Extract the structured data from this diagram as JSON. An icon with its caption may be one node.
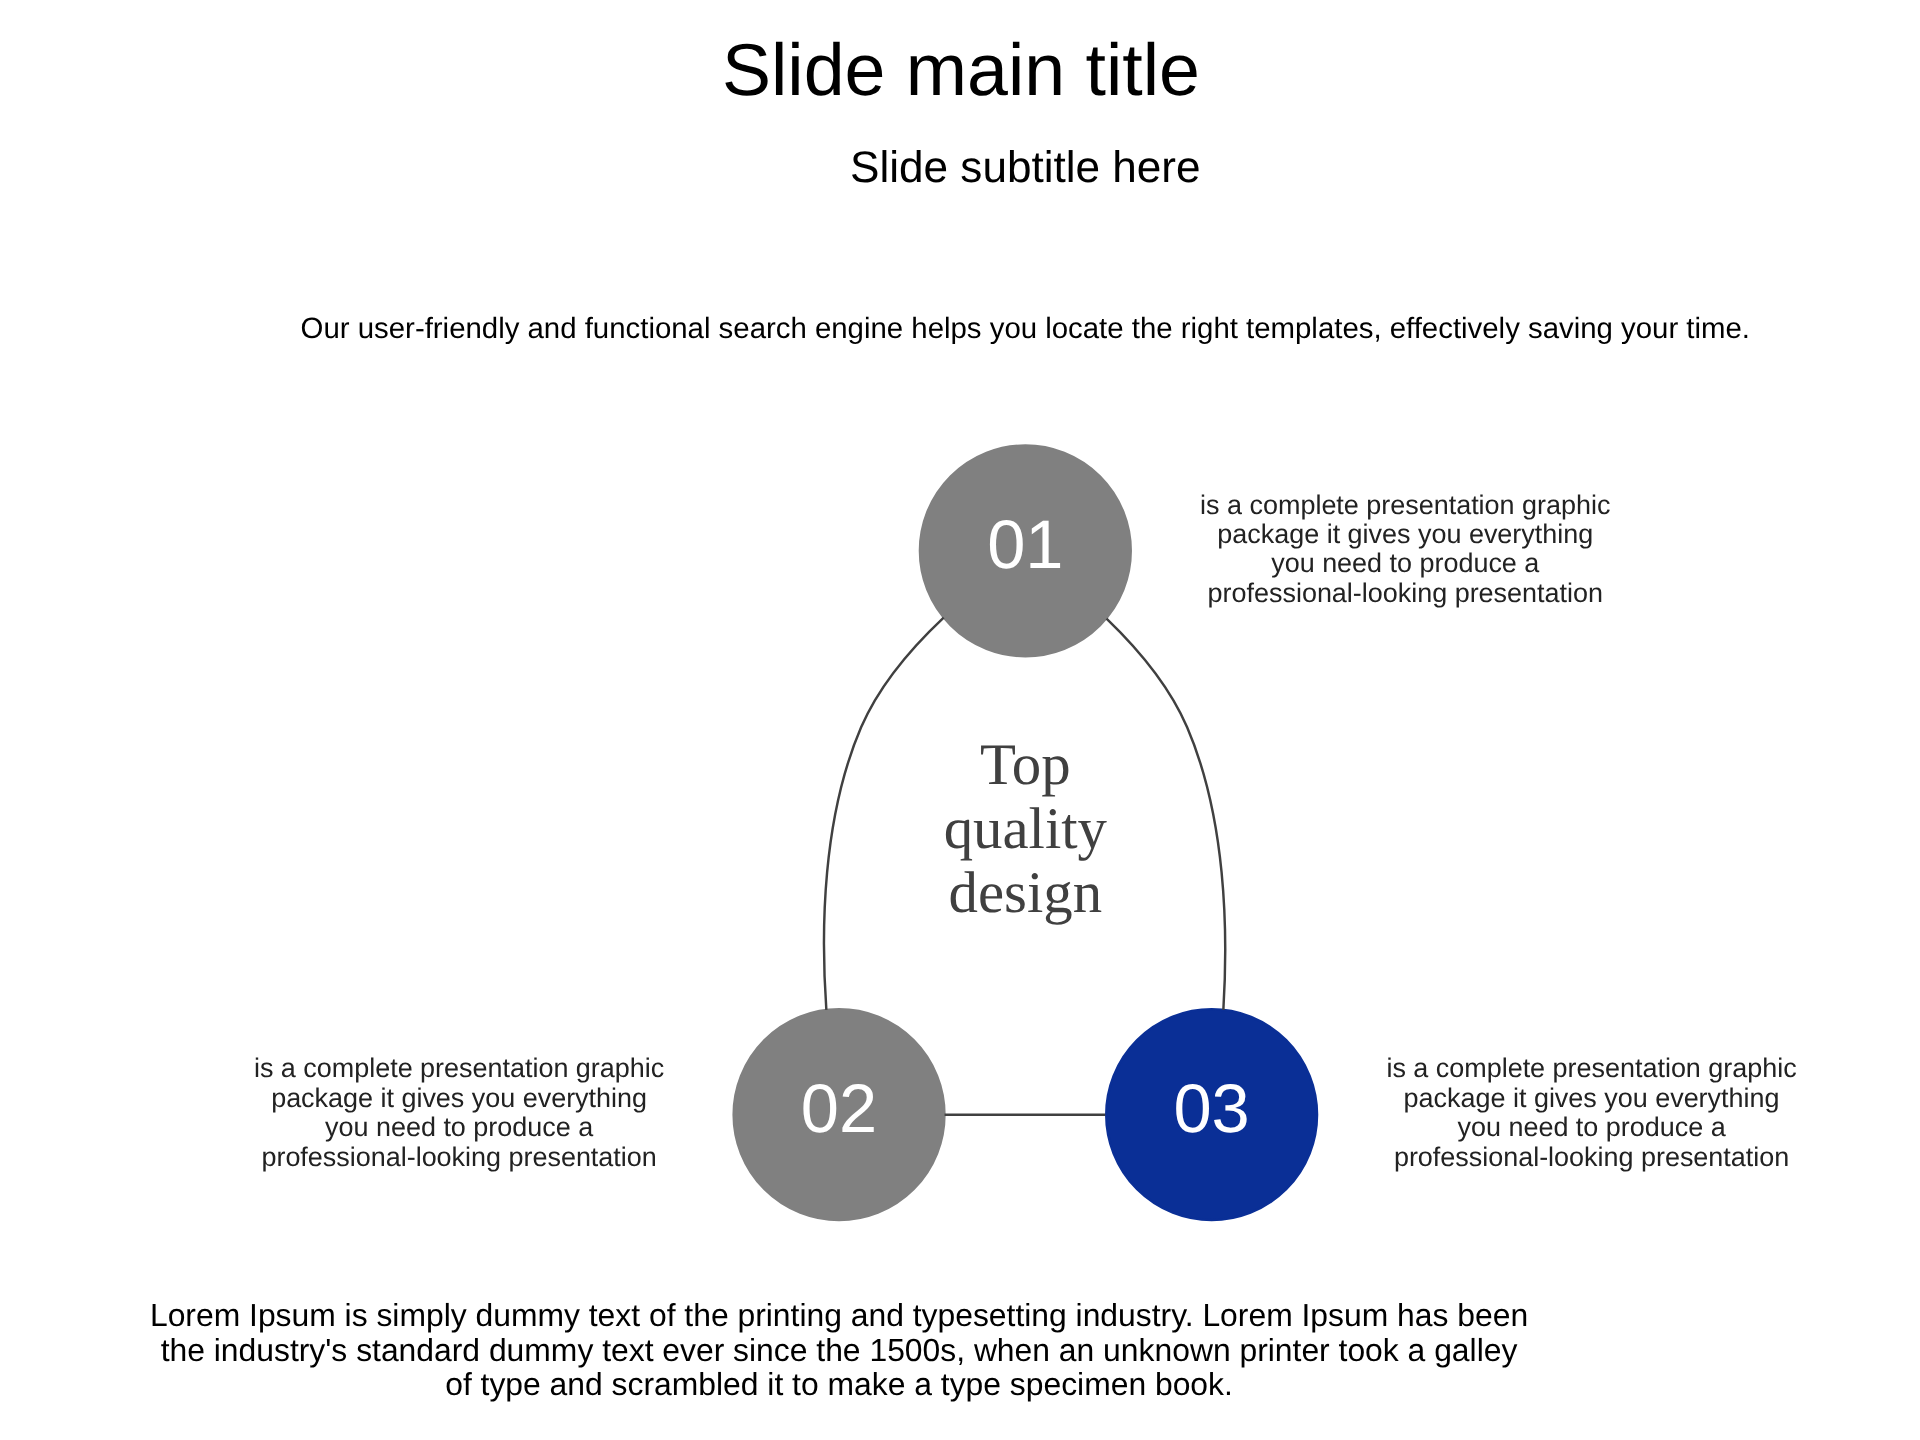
{
  "diagram": {
    "title": "Slide main title",
    "nodes": [
      {
        "text": [
          "01"
        ],
        "beside": [
          "is a complete presentation graphic package it gives you everything you need to produce a professional-looking presentation"
        ]
      },
      {
        "text": [
          "02"
        ],
        "beside": [
          "is a complete presentation graphic package it gives you everything you need to produce a professional-looking presentation"
        ]
      },
      {
        "text": [
          "03"
        ],
        "beside": [
          "is a complete presentation graphic package it gives you everything you need to produce a professional-looking presentation"
        ]
      }
    ],
    "edges": [
      {
        "from": 0,
        "to": 1,
        "arrow": "none"
      },
      {
        "from": 0,
        "to": 2,
        "arrow": "none"
      },
      {
        "from": 1,
        "to": 2,
        "arrow": "none"
      }
    ],
    "labels": [
      "Slide subtitle here",
      "Our user-friendly and functional search engine helps you locate the right templates, effectively saving your time.",
      "Top quality design",
      "Lorem Ipsum is simply dummy text of the printing and typesetting industry. Lorem Ipsum has been the industry's standard dummy text ever since the 1500s, when an unknown printer took a galley of type and scrambled it to make a type specimen book."
    ]
  }
}
